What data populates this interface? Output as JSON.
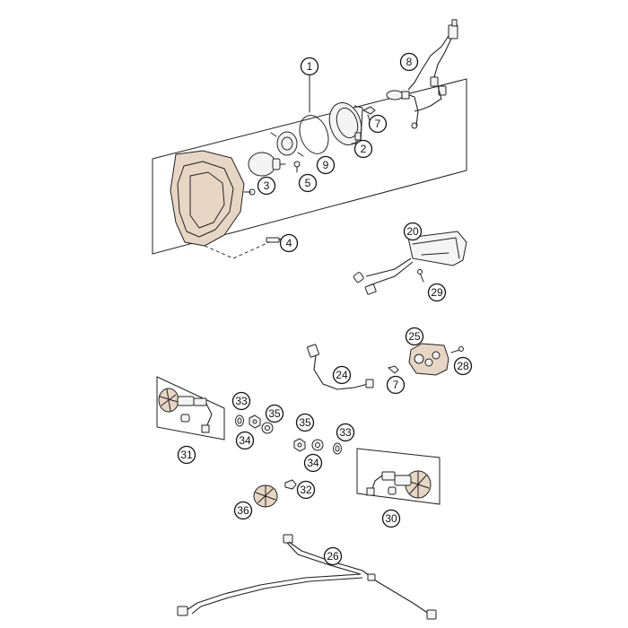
{
  "diagram": {
    "callouts": [
      {
        "id": "c1",
        "label": "1"
      },
      {
        "id": "c2",
        "label": "2"
      },
      {
        "id": "c3",
        "label": "3"
      },
      {
        "id": "c4",
        "label": "4"
      },
      {
        "id": "c5",
        "label": "5"
      },
      {
        "id": "c7a",
        "label": "7"
      },
      {
        "id": "c8",
        "label": "8"
      },
      {
        "id": "c9",
        "label": "9"
      },
      {
        "id": "c20",
        "label": "20"
      },
      {
        "id": "c29",
        "label": "29"
      },
      {
        "id": "c25",
        "label": "25"
      },
      {
        "id": "c28",
        "label": "28"
      },
      {
        "id": "c24",
        "label": "24"
      },
      {
        "id": "c7b",
        "label": "7"
      },
      {
        "id": "c33a",
        "label": "33"
      },
      {
        "id": "c35a",
        "label": "35"
      },
      {
        "id": "c34a",
        "label": "34"
      },
      {
        "id": "c35b",
        "label": "35"
      },
      {
        "id": "c33b",
        "label": "33"
      },
      {
        "id": "c34b",
        "label": "34"
      },
      {
        "id": "c31",
        "label": "31"
      },
      {
        "id": "c32",
        "label": "32"
      },
      {
        "id": "c36",
        "label": "36"
      },
      {
        "id": "c30",
        "label": "30"
      },
      {
        "id": "c26",
        "label": "26"
      }
    ]
  }
}
